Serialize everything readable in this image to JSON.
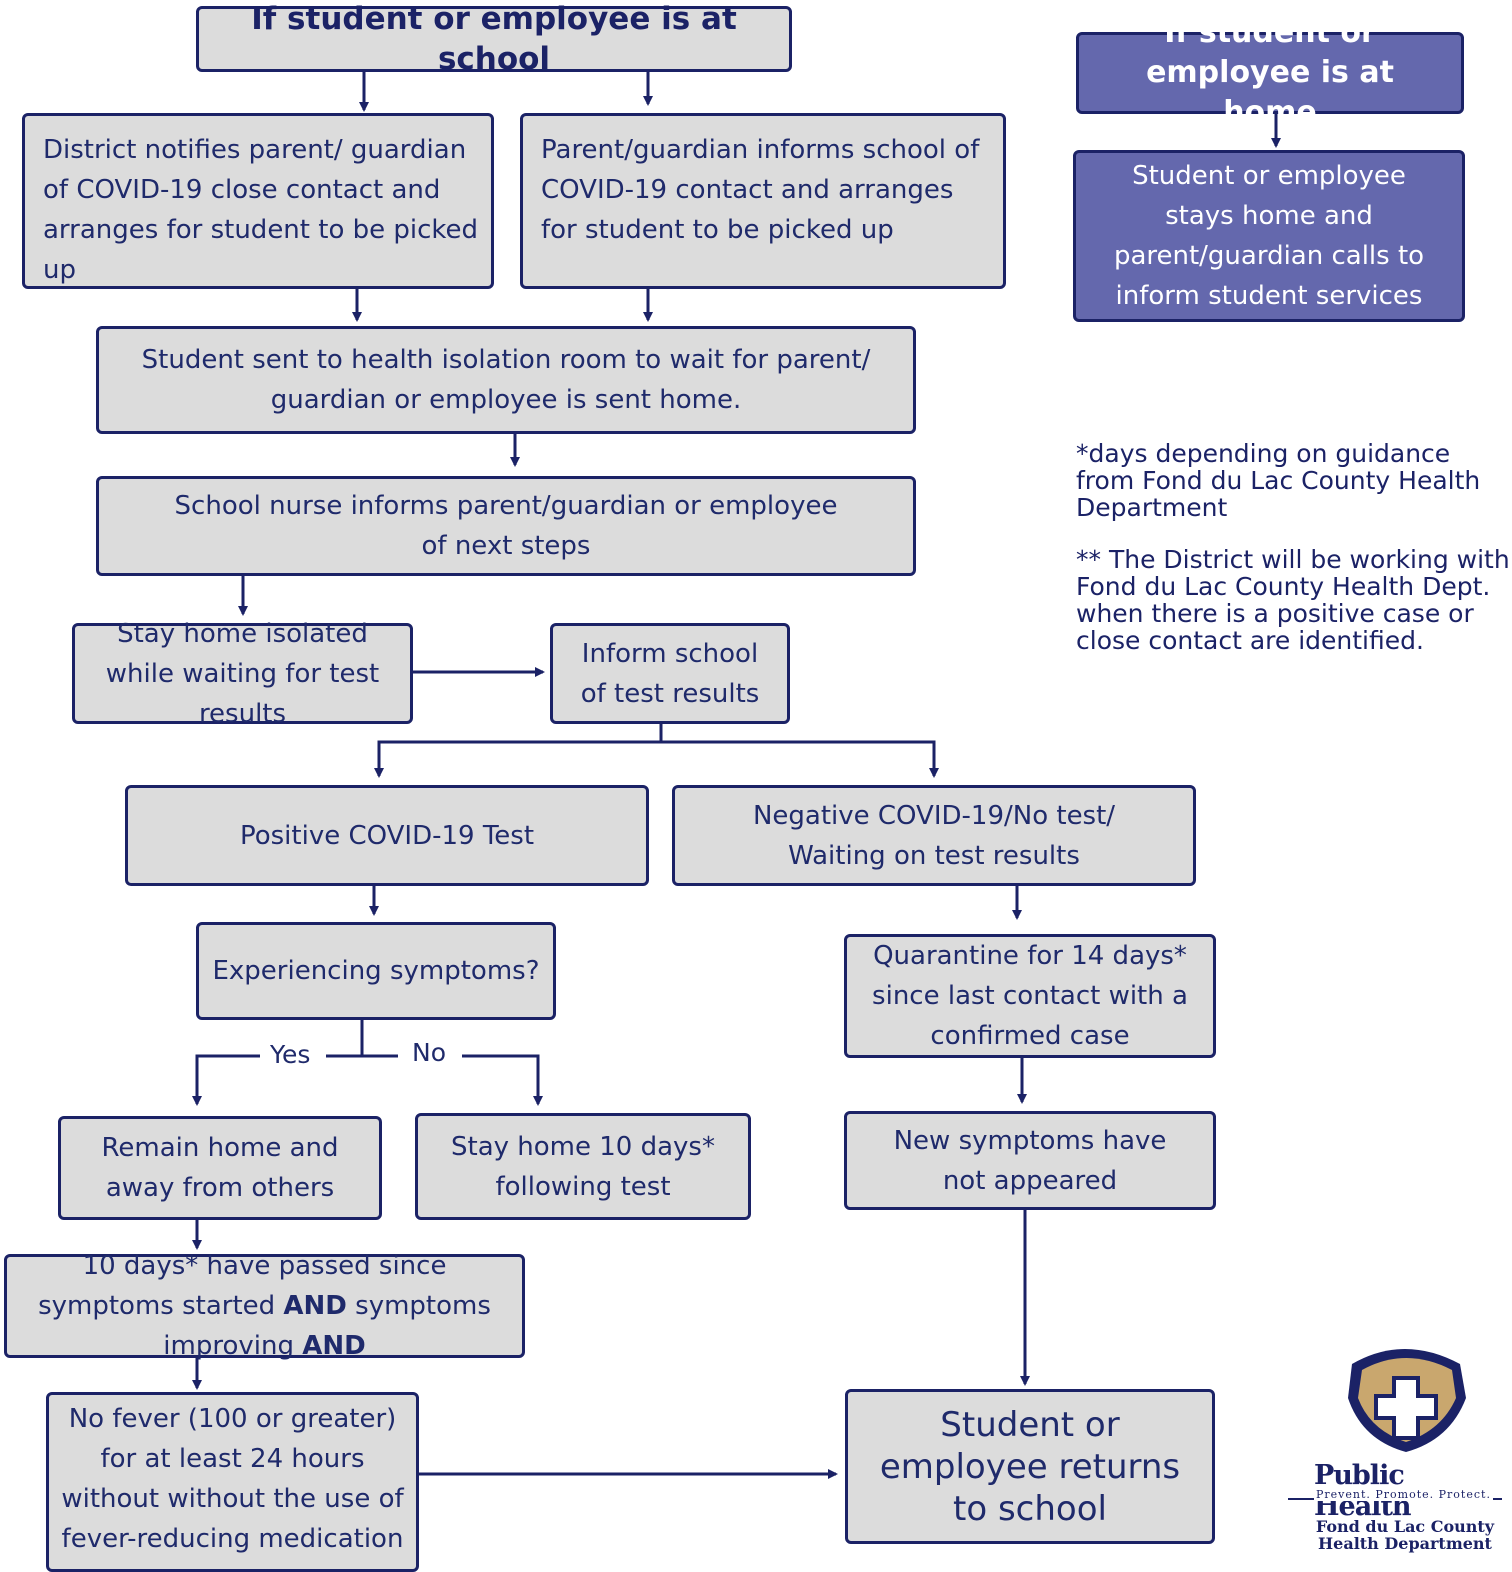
{
  "school_header": "If student or employee is at school",
  "home_header": "If student or employee is at home",
  "home_step": "Student or employee stays home and parent/guardian calls to inform student services",
  "district_notifies": "District notifies parent/ guardian of COVID-19 close contact and arranges for student to be picked up",
  "parent_informs": "Parent/guardian informs school of COVID-19 contact and arranges for student to be picked up",
  "isolation_room": "Student sent to health isolation room to wait for parent/ guardian or employee is sent home.",
  "nurse_informs": "School nurse informs parent/guardian or employee of next steps",
  "stay_isolated": "Stay home isolated while waiting for test results",
  "inform_results": "Inform school of test results",
  "positive_test": "Positive COVID-19 Test",
  "negative_test": "Negative COVID-19/No test/ Waiting on test results",
  "symptoms_question": "Experiencing symptoms?",
  "yes_label": "Yes",
  "no_label": "No",
  "remain_home": "Remain home and away from others",
  "stay_10_days": "Stay home 10 days* following test",
  "days_passed_a": "10 days* have passed since symptoms started ",
  "and_word": "AND",
  "days_passed_b": " symptoms improving ",
  "no_fever": "No fever (100 or greater) for at least 24 hours without without the use of fever-reducing medication",
  "quarantine": "Quarantine for 14 days* since last contact with a confirmed case",
  "new_symptoms": "New symptoms have not appeared",
  "returns": "Student or employee returns to school",
  "note1": "*days depending on guidance from Fond du Lac County Health Department",
  "note2": "** The District will be working with Fond du Lac County Health Dept. when there is a positive case or close contact are identified.",
  "logo": {
    "title": "Public Health",
    "tagline": "Prevent. Promote. Protect.",
    "org": "Fond du Lac County Health Department"
  },
  "colors": {
    "navy": "#1b2266",
    "box_gray": "#dcdcdc",
    "home_purple": "#6468ad",
    "logo_gold": "#c9a76e"
  }
}
